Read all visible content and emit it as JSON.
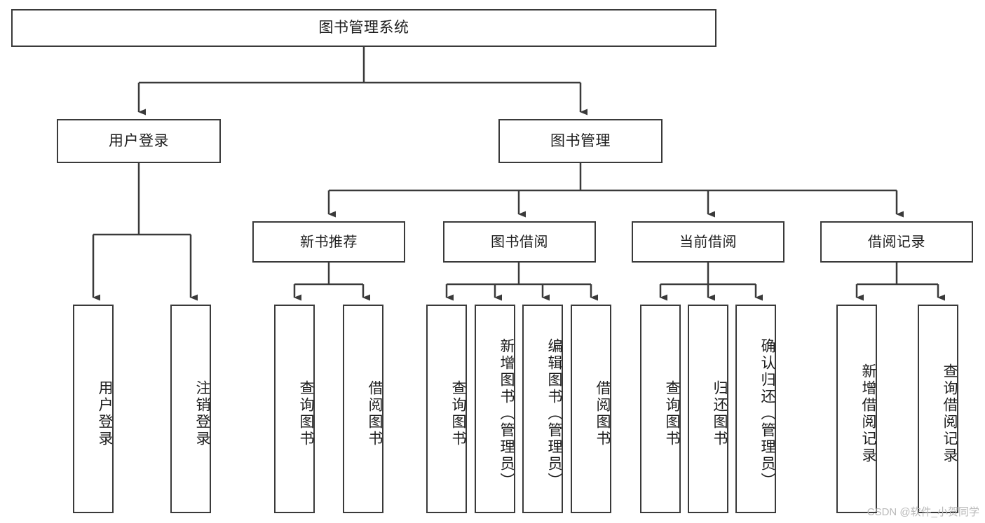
{
  "diagram": {
    "title": "图书管理系统",
    "watermark": "CSDN @软件_小贺同学",
    "line_color": "#3a3a3a",
    "box_fill": "#ffffff",
    "text_color": "#1d1d1d",
    "watermark_color": "#b9b9b9"
  },
  "nodes": {
    "root": {
      "label": "图书管理系统"
    },
    "level2": [
      {
        "label": "用户登录"
      },
      {
        "label": "图书管理"
      }
    ],
    "level3": [
      {
        "label": "新书推荐"
      },
      {
        "label": "图书借阅"
      },
      {
        "label": "当前借阅"
      },
      {
        "label": "借阅记录"
      }
    ],
    "leaves": {
      "user_login": [
        {
          "label": "用户登录"
        },
        {
          "label": "注销登录"
        }
      ],
      "new_book_recommend": [
        {
          "label": "查询图书"
        },
        {
          "label": "借阅图书"
        }
      ],
      "book_borrow": [
        {
          "label": "查询图书"
        },
        {
          "label": "新增图书（管理员）"
        },
        {
          "label": "编辑图书（管理员）"
        },
        {
          "label": "借阅图书"
        }
      ],
      "current_borrow": [
        {
          "label": "查询图书"
        },
        {
          "label": "归还图书"
        },
        {
          "label": "确认归还（管理员）"
        }
      ],
      "borrow_record": [
        {
          "label": "新增借阅记录"
        },
        {
          "label": "查询借阅记录"
        }
      ]
    }
  },
  "chart_data": {
    "type": "table",
    "title": "图书管理系统 功能结构图",
    "tree": {
      "name": "图书管理系统",
      "children": [
        {
          "name": "用户登录",
          "children": [
            {
              "name": "用户登录"
            },
            {
              "name": "注销登录"
            }
          ]
        },
        {
          "name": "图书管理",
          "children": [
            {
              "name": "新书推荐",
              "children": [
                {
                  "name": "查询图书"
                },
                {
                  "name": "借阅图书"
                }
              ]
            },
            {
              "name": "图书借阅",
              "children": [
                {
                  "name": "查询图书"
                },
                {
                  "name": "新增图书（管理员）"
                },
                {
                  "name": "编辑图书（管理员）"
                },
                {
                  "name": "借阅图书"
                }
              ]
            },
            {
              "name": "当前借阅",
              "children": [
                {
                  "name": "查询图书"
                },
                {
                  "name": "归还图书"
                },
                {
                  "name": "确认归还（管理员）"
                }
              ]
            },
            {
              "name": "借阅记录",
              "children": [
                {
                  "name": "新增借阅记录"
                },
                {
                  "name": "查询借阅记录"
                }
              ]
            }
          ]
        }
      ]
    }
  }
}
